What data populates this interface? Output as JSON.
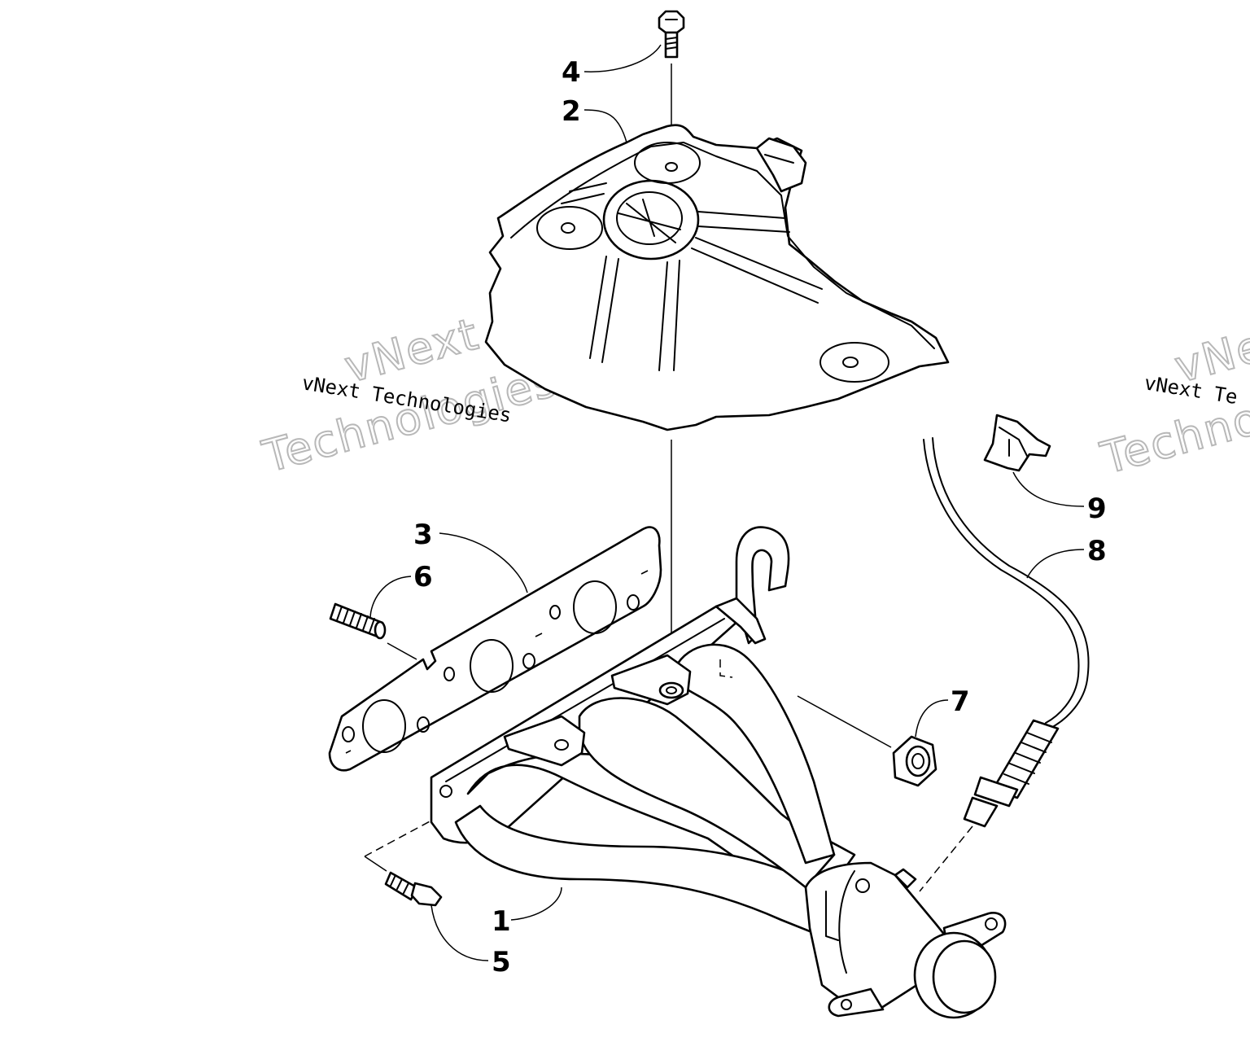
{
  "diagram": {
    "callouts": [
      {
        "id": "1",
        "label": "1"
      },
      {
        "id": "2",
        "label": "2"
      },
      {
        "id": "3",
        "label": "3"
      },
      {
        "id": "4",
        "label": "4"
      },
      {
        "id": "5",
        "label": "5"
      },
      {
        "id": "6",
        "label": "6"
      },
      {
        "id": "7",
        "label": "7"
      },
      {
        "id": "8",
        "label": "8"
      },
      {
        "id": "9",
        "label": "9"
      }
    ],
    "watermark": {
      "text": "vNext Technologies",
      "line1": "vNext",
      "line2": "Technologies",
      "right_text": "vNext Te",
      "right_line1": "vNe",
      "right_line2": "Techno"
    }
  }
}
